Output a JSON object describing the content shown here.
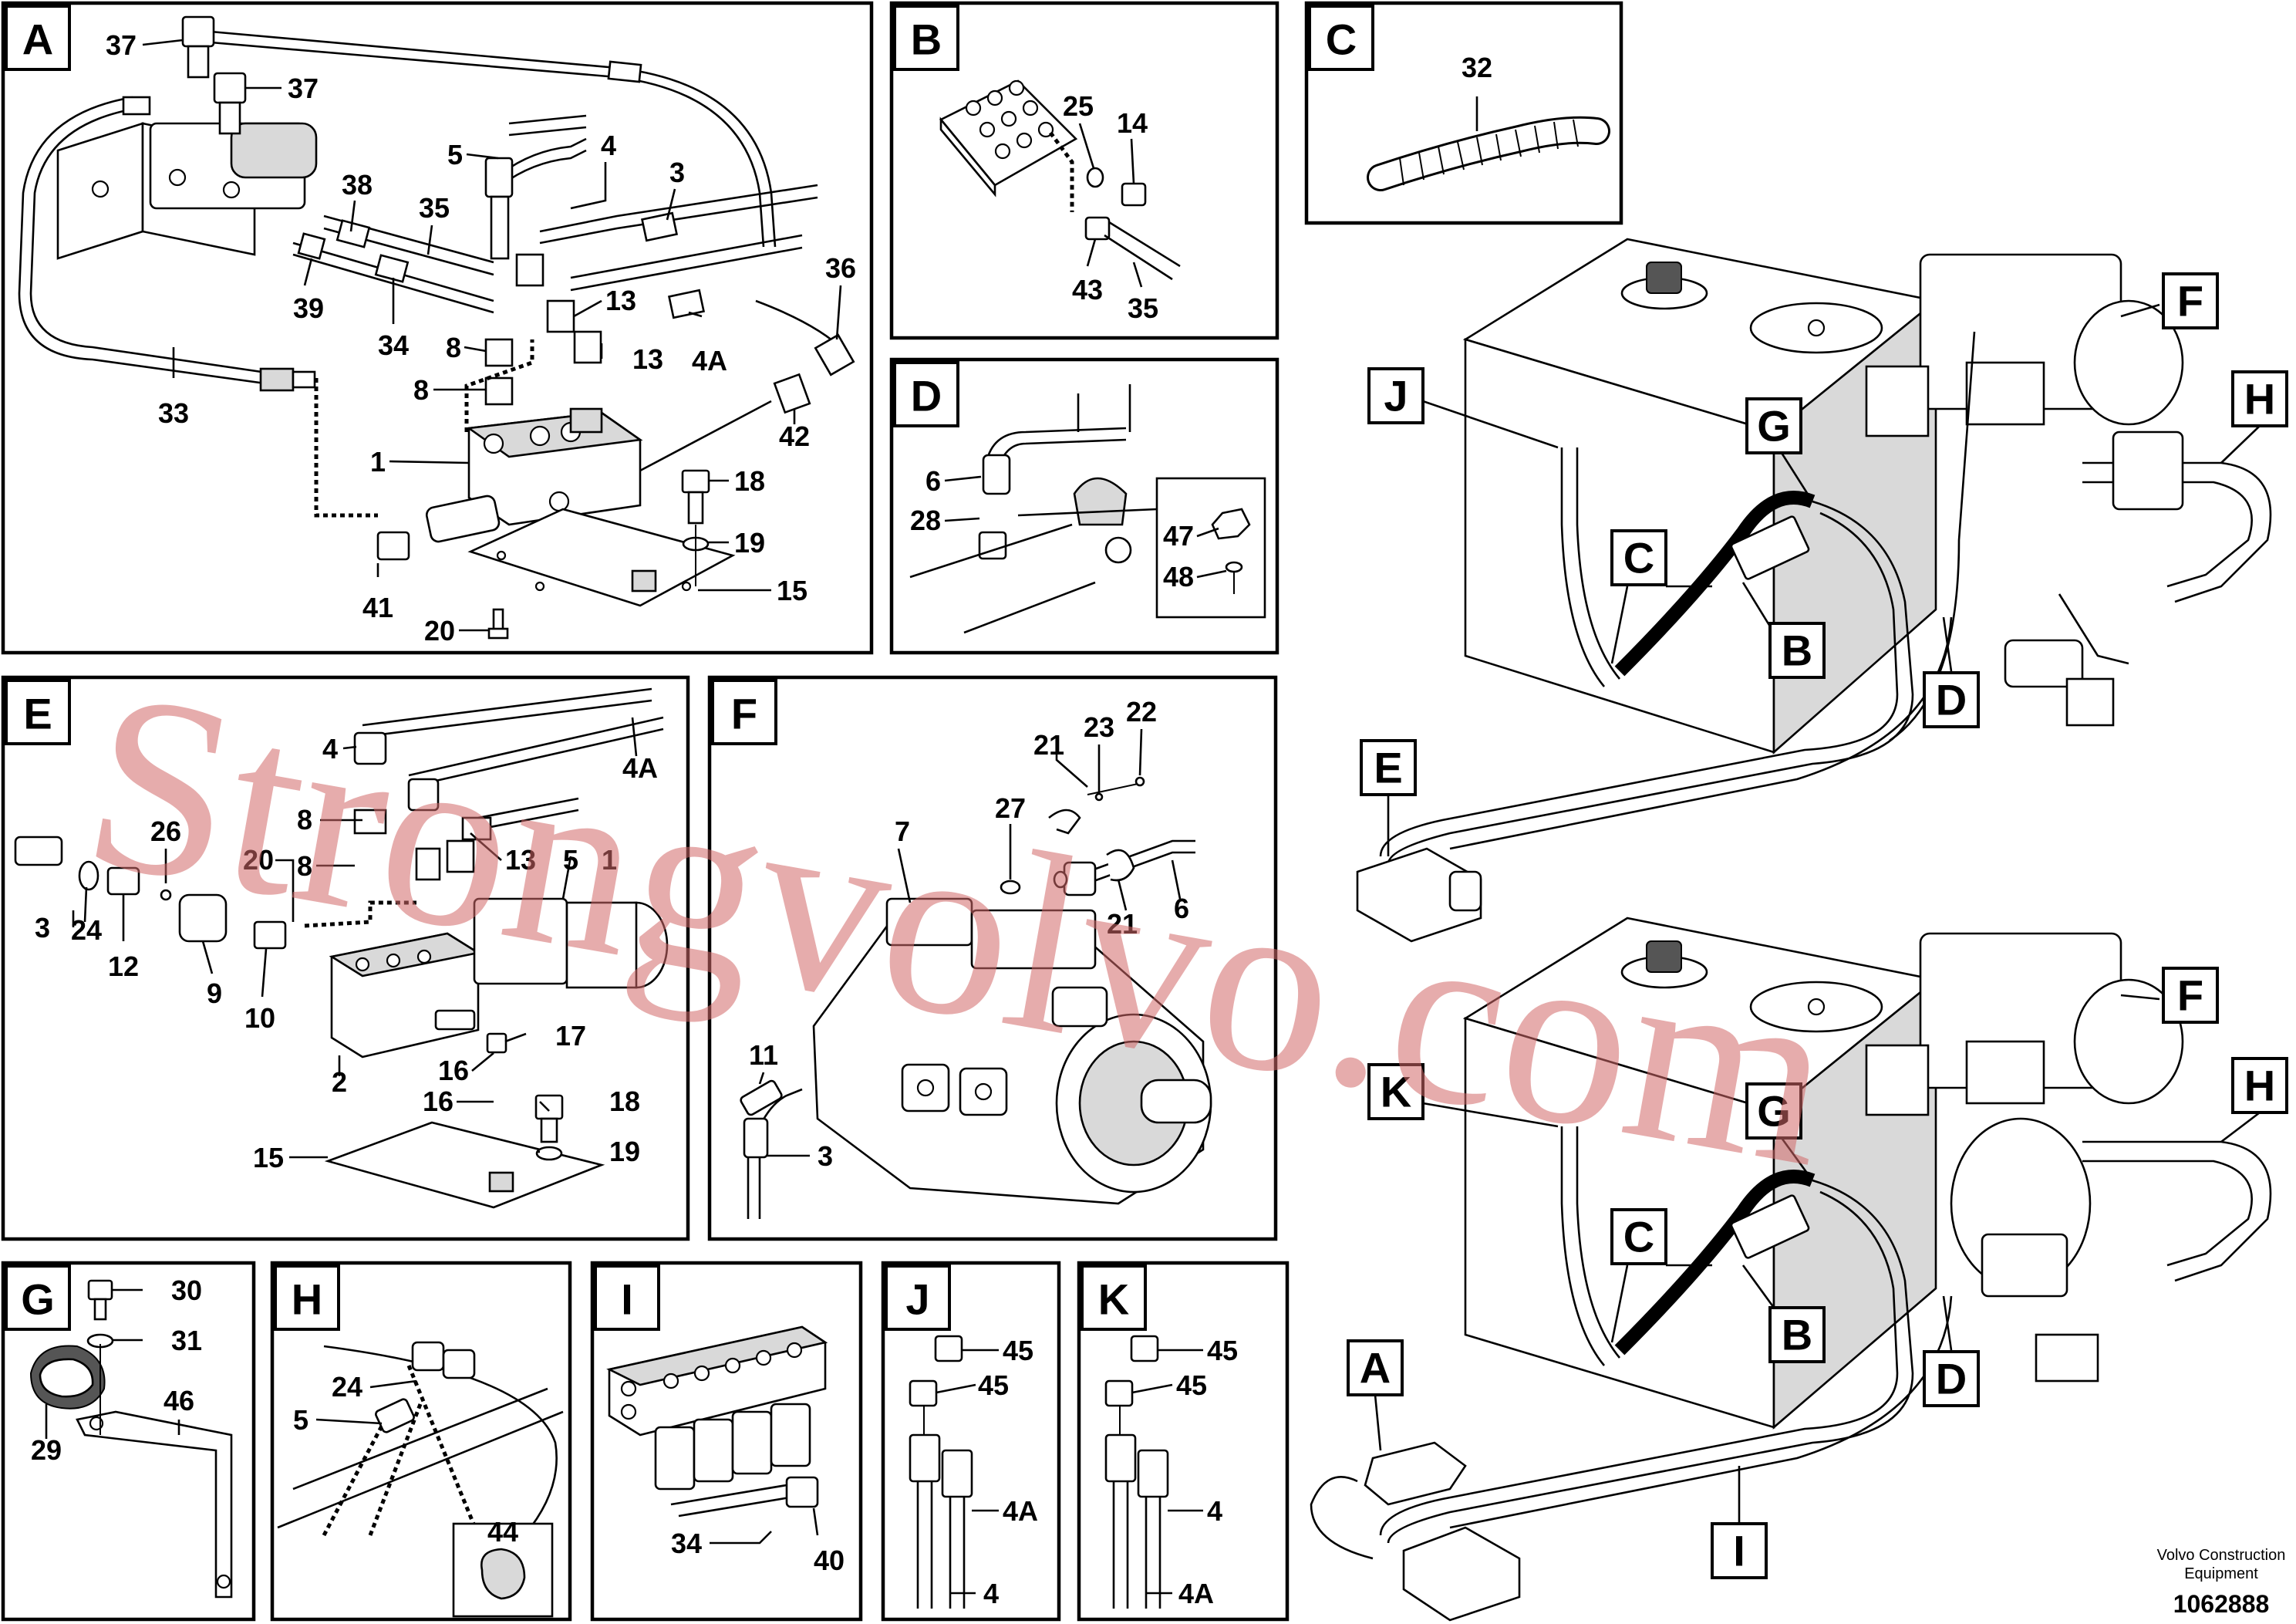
{
  "panels": [
    {
      "id": "A",
      "parts": [
        "37",
        "37",
        "38",
        "35",
        "5",
        "4",
        "3",
        "39",
        "34",
        "8",
        "13",
        "13",
        "4A",
        "36",
        "8",
        "33",
        "42",
        "1",
        "18",
        "19",
        "41",
        "20",
        "15"
      ]
    },
    {
      "id": "B",
      "parts": [
        "25",
        "14",
        "43",
        "35"
      ]
    },
    {
      "id": "C",
      "parts": [
        "32"
      ]
    },
    {
      "id": "D",
      "parts": [
        "6",
        "28",
        "47",
        "48"
      ]
    },
    {
      "id": "E",
      "parts": [
        "4",
        "4A",
        "26",
        "20",
        "13",
        "5",
        "1",
        "8",
        "8",
        "3",
        "24",
        "12",
        "9",
        "10",
        "17",
        "16",
        "16",
        "2",
        "18",
        "19",
        "15"
      ]
    },
    {
      "id": "F",
      "parts": [
        "22",
        "23",
        "21",
        "27",
        "7",
        "21",
        "6",
        "11",
        "3"
      ]
    },
    {
      "id": "G",
      "parts": [
        "30",
        "31",
        "46",
        "29"
      ]
    },
    {
      "id": "H",
      "parts": [
        "24",
        "5",
        "44"
      ]
    },
    {
      "id": "I",
      "parts": [
        "34",
        "40"
      ]
    },
    {
      "id": "J",
      "parts": [
        "45",
        "45",
        "4A",
        "4"
      ]
    },
    {
      "id": "K",
      "parts": [
        "45",
        "45",
        "4",
        "4A"
      ]
    }
  ],
  "overview_callouts": [
    "J",
    "G",
    "F",
    "H",
    "C",
    "B",
    "D",
    "E",
    "F",
    "K",
    "G",
    "H",
    "C",
    "B",
    "D",
    "A",
    "I"
  ],
  "footer": {
    "company": "Volvo Construction",
    "company2": "Equipment",
    "drawing_number": "1062888"
  },
  "watermark": "Strongvolvo.com"
}
